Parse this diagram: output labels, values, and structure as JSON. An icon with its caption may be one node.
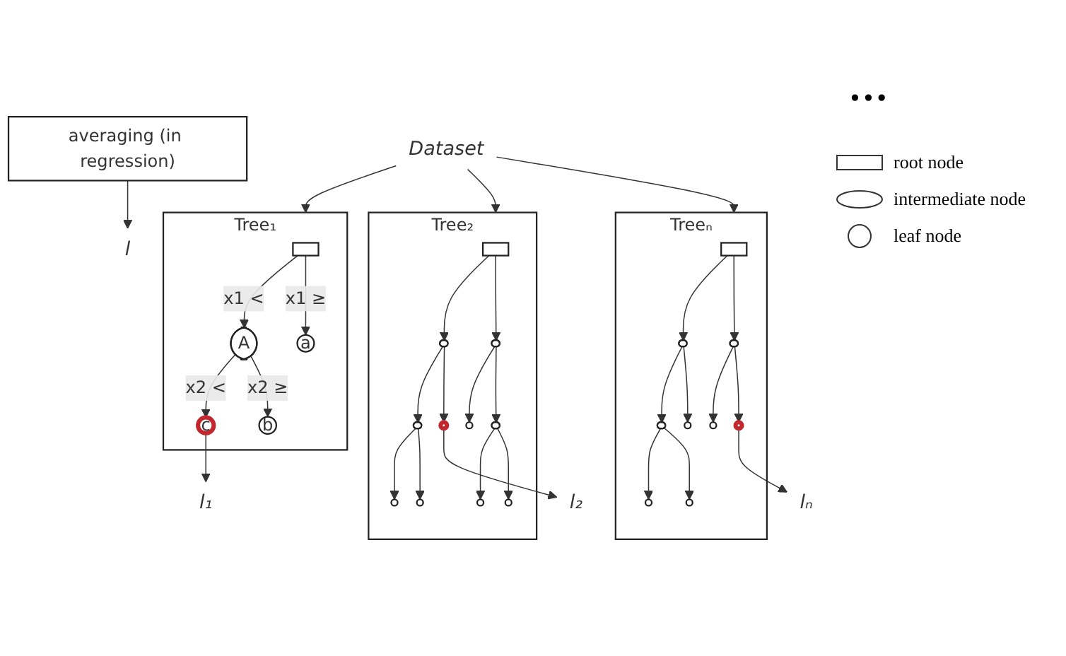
{
  "diagram": {
    "nodes": [
      {
        "text": [
          "Dataset"
        ]
      },
      {
        "text": [
          "Tree₁"
        ]
      },
      {
        "text": [],
        "shape": "box",
        "in": 1
      },
      {
        "text": [
          "A"
        ],
        "in": 1
      },
      {
        "text": [
          "a"
        ],
        "in": 1
      },
      {
        "text": [
          "c"
        ],
        "in": 1
      },
      {
        "text": [
          "b"
        ],
        "in": 1
      },
      {
        "text": [
          "Tree₂"
        ]
      },
      {
        "text": [],
        "shape": "box",
        "in": 7
      },
      {
        "text": [],
        "shape": "ellipse",
        "in": 7
      },
      {
        "text": [],
        "shape": "ellipse",
        "in": 7
      },
      {
        "text": [],
        "shape": "ellipse",
        "in": 7
      },
      {
        "text": [],
        "shape": "circle",
        "in": 7
      },
      {
        "text": [],
        "shape": "circle",
        "in": 7
      },
      {
        "text": [],
        "shape": "ellipse",
        "in": 7
      },
      {
        "text": [],
        "shape": "circle",
        "in": 7
      },
      {
        "text": [],
        "shape": "circle",
        "in": 7
      },
      {
        "text": [],
        "shape": "circle",
        "in": 7
      },
      {
        "text": [],
        "shape": "circle",
        "in": 7
      },
      {
        "text": [
          "Treeₙ"
        ]
      },
      {
        "text": [],
        "shape": "box",
        "in": 19
      },
      {
        "text": [],
        "shape": "ellipse",
        "in": 19
      },
      {
        "text": [],
        "shape": "ellipse",
        "in": 19
      },
      {
        "text": [],
        "shape": "ellipse",
        "in": 19
      },
      {
        "text": [],
        "shape": "circle",
        "in": 19
      },
      {
        "text": [],
        "shape": "circle",
        "in": 19
      },
      {
        "text": [],
        "shape": "circle",
        "in": 19
      },
      {
        "text": [],
        "shape": "circle",
        "in": 19
      },
      {
        "text": [],
        "shape": "circle",
        "in": 19
      },
      {
        "text": [
          "l₁"
        ]
      },
      {
        "text": [
          "l₂"
        ]
      },
      {
        "text": [
          "lₙ"
        ]
      },
      {
        "text": [
          "averaging (in regression)"
        ]
      },
      {
        "text": [
          "l"
        ]
      }
    ],
    "edges": [
      {
        "from": 0,
        "to": 1,
        "arrow": "to"
      },
      {
        "from": 0,
        "to": 7,
        "arrow": "to"
      },
      {
        "from": 0,
        "to": 19,
        "arrow": "to"
      },
      {
        "from": 2,
        "to": 3,
        "arrow": "to",
        "label": "x1 <"
      },
      {
        "from": 2,
        "to": 4,
        "arrow": "to",
        "label": "x1 ≥"
      },
      {
        "from": 3,
        "to": 5,
        "arrow": "to",
        "label": "x2 <"
      },
      {
        "from": 3,
        "to": 6,
        "arrow": "to",
        "label": "x2 ≥"
      },
      {
        "from": 8,
        "to": 9,
        "arrow": "to"
      },
      {
        "from": 8,
        "to": 10,
        "arrow": "to"
      },
      {
        "from": 9,
        "to": 11,
        "arrow": "to"
      },
      {
        "from": 9,
        "to": 12,
        "arrow": "to"
      },
      {
        "from": 10,
        "to": 13,
        "arrow": "to"
      },
      {
        "from": 10,
        "to": 14,
        "arrow": "to"
      },
      {
        "from": 11,
        "to": 15,
        "arrow": "to"
      },
      {
        "from": 11,
        "to": 16,
        "arrow": "to"
      },
      {
        "from": 14,
        "to": 17,
        "arrow": "to"
      },
      {
        "from": 14,
        "to": 18,
        "arrow": "to"
      },
      {
        "from": 20,
        "to": 21,
        "arrow": "to"
      },
      {
        "from": 20,
        "to": 22,
        "arrow": "to"
      },
      {
        "from": 21,
        "to": 23,
        "arrow": "to"
      },
      {
        "from": 21,
        "to": 24,
        "arrow": "to"
      },
      {
        "from": 22,
        "to": 25,
        "arrow": "to"
      },
      {
        "from": 22,
        "to": 26,
        "arrow": "to"
      },
      {
        "from": 23,
        "to": 27,
        "arrow": "to"
      },
      {
        "from": 23,
        "to": 28,
        "arrow": "to"
      },
      {
        "from": 5,
        "to": 29,
        "arrow": "to"
      },
      {
        "from": 12,
        "to": 30,
        "arrow": "to"
      },
      {
        "from": 26,
        "to": 31,
        "arrow": "to"
      },
      {
        "from": 32,
        "to": 33,
        "arrow": "to"
      }
    ],
    "labels": [
      "•••"
    ],
    "legend": [
      {
        "text": "root node"
      },
      {
        "text": "intermediate node"
      },
      {
        "text": "leaf node"
      }
    ]
  }
}
